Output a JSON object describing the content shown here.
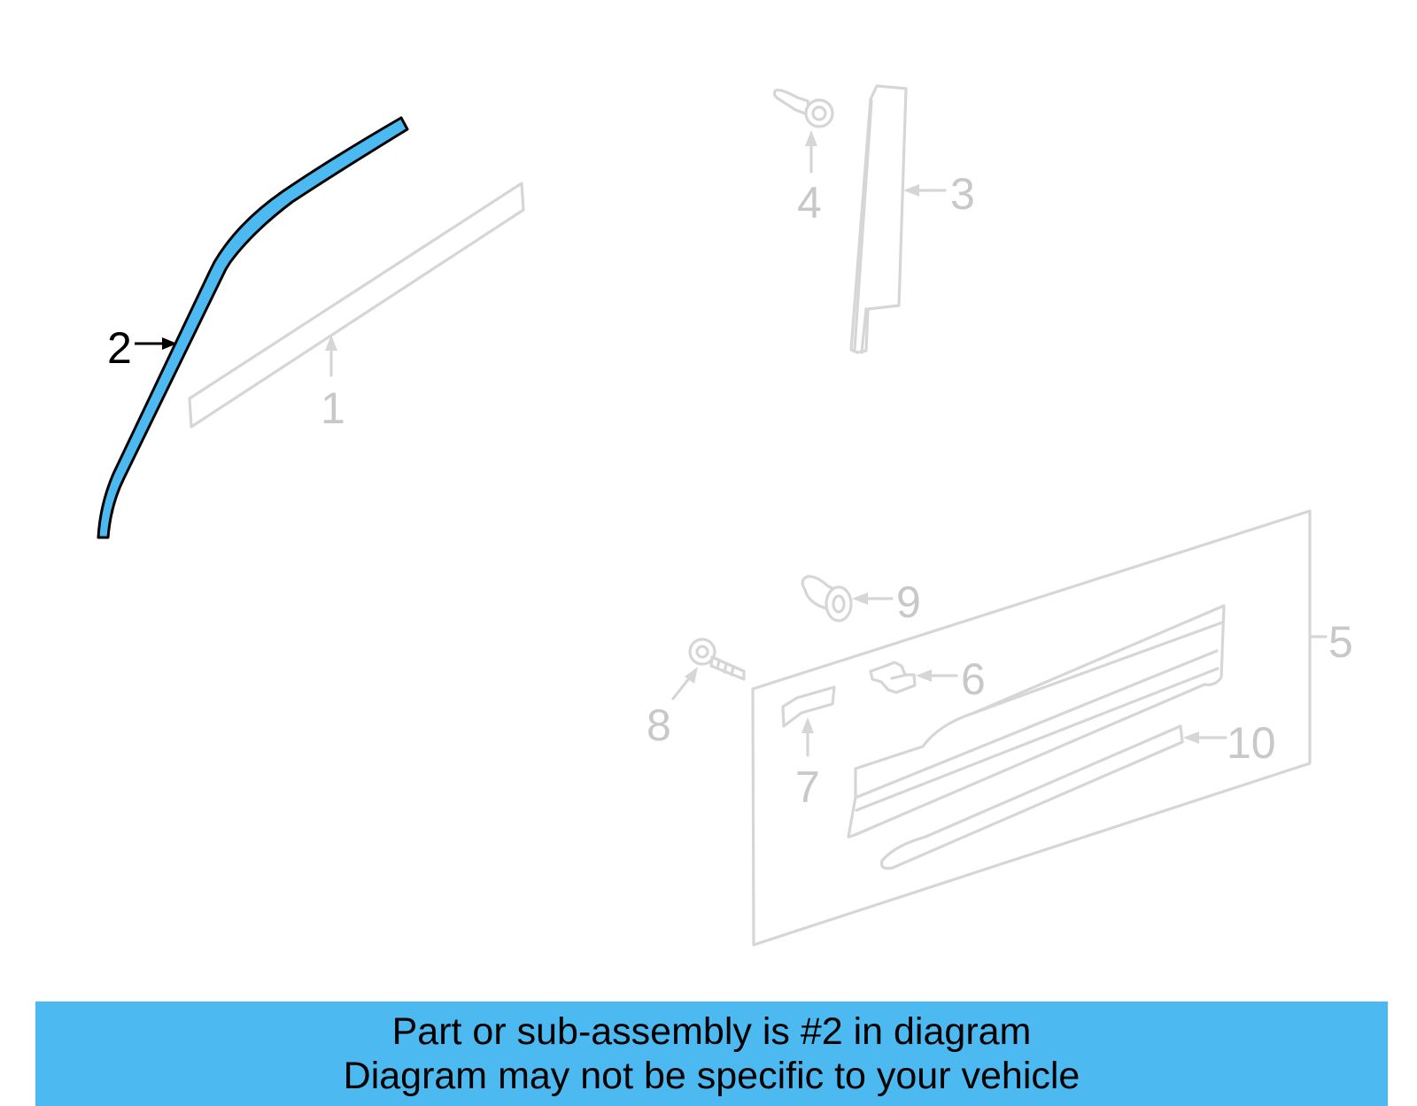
{
  "diagram": {
    "callouts": {
      "c1": "1",
      "c2": "2",
      "c3": "3",
      "c4": "4",
      "c5": "5",
      "c6": "6",
      "c7": "7",
      "c8": "8",
      "c9": "9",
      "c10": "10"
    },
    "highlighted_part": "2",
    "colors": {
      "highlight_fill": "#4cb9f1",
      "highlight_stroke": "#000000",
      "ghost_stroke": "#d6d6d6",
      "ghost_text": "#c8c8c8",
      "active_text": "#000000"
    }
  },
  "banner": {
    "line1": "Part or sub-assembly is #2 in diagram",
    "line2": "Diagram may not be specific to your vehicle",
    "background": "#4cb9f1"
  }
}
